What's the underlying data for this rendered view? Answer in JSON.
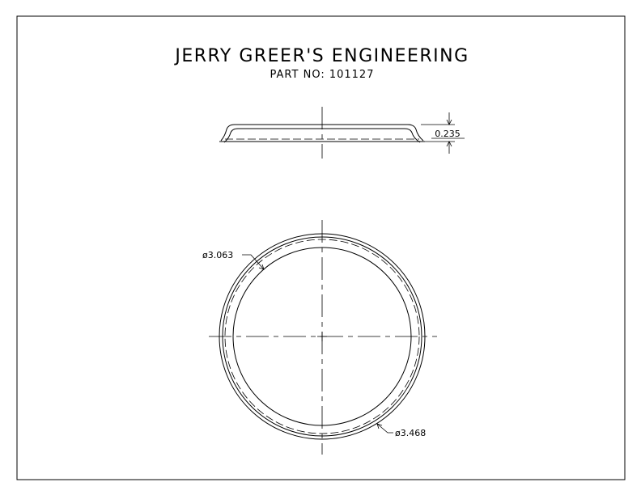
{
  "title_block": {
    "company": "JERRY GREER'S ENGINEERING",
    "part_label": "PART NO: 101127"
  },
  "dimensions": {
    "height": "0.235",
    "inner_diameter": "ø3.063",
    "outer_diameter": "ø3.468"
  },
  "colors": {
    "line": "#000000",
    "background": "#ffffff"
  }
}
